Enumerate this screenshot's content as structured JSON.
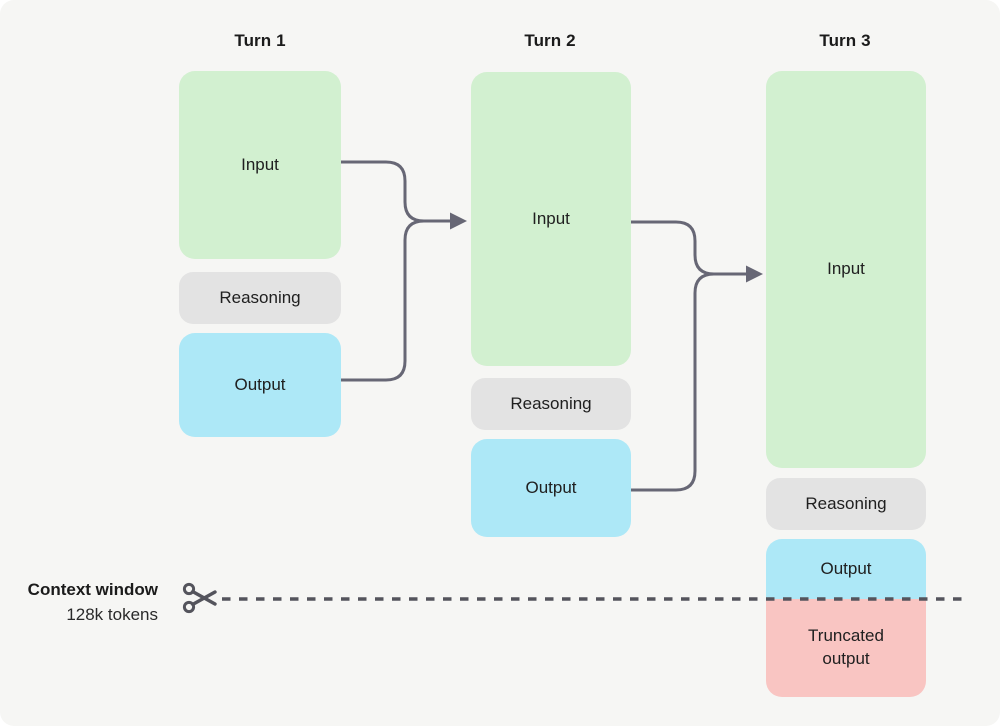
{
  "diagram": {
    "title_context": "Multi-turn token accumulation diagram",
    "turns": [
      {
        "label": "Turn 1",
        "boxes": [
          {
            "name": "input",
            "label": "Input"
          },
          {
            "name": "reasoning",
            "label": "Reasoning"
          },
          {
            "name": "output",
            "label": "Output"
          }
        ]
      },
      {
        "label": "Turn 2",
        "boxes": [
          {
            "name": "input",
            "label": "Input"
          },
          {
            "name": "reasoning",
            "label": "Reasoning"
          },
          {
            "name": "output",
            "label": "Output"
          }
        ]
      },
      {
        "label": "Turn 3",
        "boxes": [
          {
            "name": "input",
            "label": "Input"
          },
          {
            "name": "reasoning",
            "label": "Reasoning"
          },
          {
            "name": "output",
            "label": "Output"
          },
          {
            "name": "truncated-output",
            "label": "Truncated output"
          }
        ]
      }
    ],
    "context_window": {
      "title": "Context window",
      "subtitle": "128k tokens"
    },
    "icons": {
      "scissors": "scissors-icon"
    },
    "colors": {
      "background": "#f6f6f4",
      "input_green": "#d2f0d0",
      "reasoning_gray": "#e3e3e3",
      "output_blue": "#ade8f7",
      "truncated_red": "#f9c5c2",
      "arrow": "#676775",
      "cut_line": "#54545c",
      "text": "#202020"
    }
  }
}
